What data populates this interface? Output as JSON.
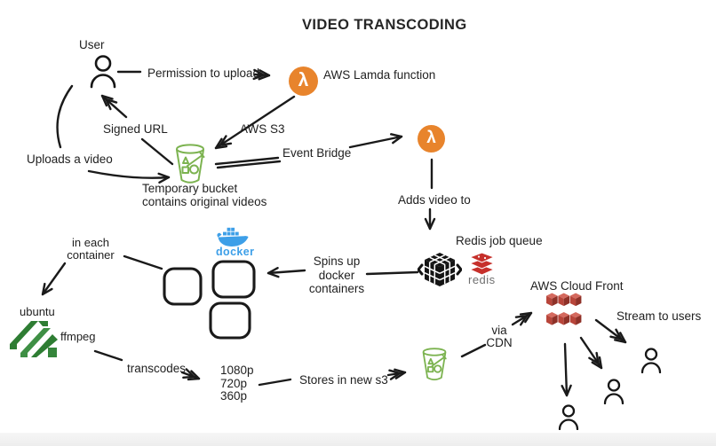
{
  "title": "VIDEO TRANSCODING",
  "icons": {
    "lambda_glyph": "λ"
  },
  "labels": {
    "user": "User",
    "permission": "Permission to upload",
    "lambda_function": "AWS Lamda function",
    "signed_url": "Signed URL",
    "aws_s3": "AWS S3",
    "uploads": "Uploads a video",
    "event_bridge": "Event Bridge",
    "temp_bucket_1": "Temporary bucket",
    "temp_bucket_2": "contains original videos",
    "adds_video": "Adds video to",
    "redis_queue": "Redis job queue",
    "redis_wordmark": "redis",
    "docker_wordmark": "docker",
    "spins_up_1": "Spins up",
    "spins_up_2": "docker",
    "spins_up_3": "containers",
    "in_each_1": "in each",
    "in_each_2": "container",
    "ubuntu": "ubuntu",
    "ffmpeg": "ffmpeg",
    "transcodes": "transcodes",
    "res_1": "1080p",
    "res_2": "720p",
    "res_3": "360p",
    "stores": "Stores in new s3",
    "via_cdn_1": "via",
    "via_cdn_2": "CDN",
    "cloudfront": "AWS Cloud Front",
    "stream": "Stream to users"
  },
  "colors": {
    "ink": "#1A1A1A",
    "lambda_orange": "#E8842C",
    "bucket_green": "#7CB350",
    "docker_blue": "#3D9FE8",
    "redis_red": "#C6302B",
    "cloudfront_red": "#C9473C",
    "ffmpeg_green": "#2E7D33"
  }
}
